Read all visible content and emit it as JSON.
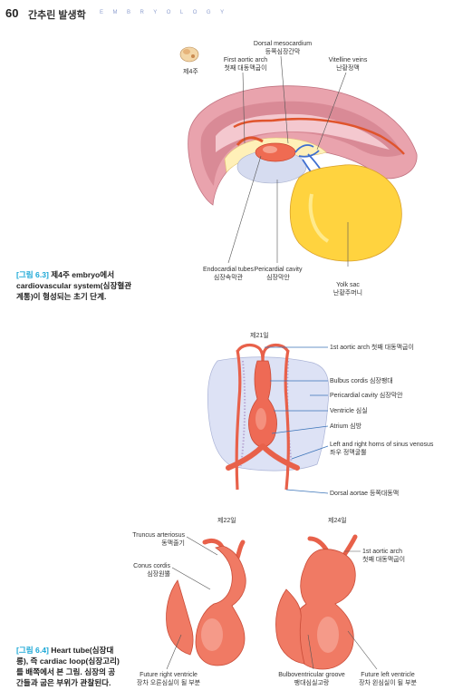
{
  "header": {
    "page_number": "60",
    "book_title": "간추린 발생학",
    "running_title": "EMBRYOLOGY"
  },
  "figure_6_3": {
    "stage": "제4주",
    "labels": {
      "dorsal_mesocardium_en": "Dorsal mesocardium",
      "dorsal_mesocardium_ko": "등쪽심장간막",
      "first_aortic_arch_en": "First aortic arch",
      "first_aortic_arch_ko": "첫째 대동맥굽이",
      "vitelline_veins_en": "Vitelline veins",
      "vitelline_veins_ko": "난황정맥",
      "endocardial_tubes_en": "Endocardial tubes",
      "endocardial_tubes_ko": "심장속막관",
      "pericardial_cavity_en": "Pericardial cavity",
      "pericardial_cavity_ko": "심장막안",
      "yolk_sac_en": "Yolk sac",
      "yolk_sac_ko": "난황주머니"
    },
    "caption": {
      "number": "[그림 6.3]",
      "line1": "제4주 embryo에서",
      "line2": "cardiovascular system(심장혈관",
      "line3": "계통)이 형성되는 초기 단계."
    }
  },
  "figure_6_4_top": {
    "stage": "제21일",
    "labels": {
      "aortic_arch": "1st aortic arch  첫째 대동맥굽이",
      "bulbus_cordis": "Bulbus cordis  심장팽대",
      "pericardial_cavity": "Pericardial cavity  심장막안",
      "ventricle": "Ventricle  심실",
      "atrium": "Atrium  심방",
      "horns_en": "Left and right horns of sinus venosus",
      "horns_ko": "좌우 정맥굴뿔",
      "dorsal_aortae": "Dorsal aortae  등쪽대동맥"
    }
  },
  "figure_6_4_bottom": {
    "stage_left": "제22일",
    "stage_right": "제24일",
    "labels": {
      "truncus_en": "Truncus arteriosus",
      "truncus_ko": "동맥줄기",
      "conus_en": "Conus cordis",
      "conus_ko": "심장원뿔",
      "future_right_en": "Future right ventricle",
      "future_right_ko": "장차 오른심실이 될 부분",
      "aortic_arch_en": "1st aortic arch",
      "aortic_arch_ko": "첫째 대동맥굽이",
      "bulbo_en": "Bulboventricular groove",
      "bulbo_ko": "팽대심실고랑",
      "future_left_en": "Future left ventricle",
      "future_left_ko": "장차 왼심실이 될 부분"
    }
  },
  "figure_6_4_caption": {
    "number": "[그림 6.4]",
    "line1": "Heart tube(심장대",
    "line2": "롱), 즉 cardiac loop(심장고리)",
    "line3": "를 배쪽에서 본 그림. 심장의 공",
    "line4": "간들과 굽은 부위가 관찰된다."
  }
}
